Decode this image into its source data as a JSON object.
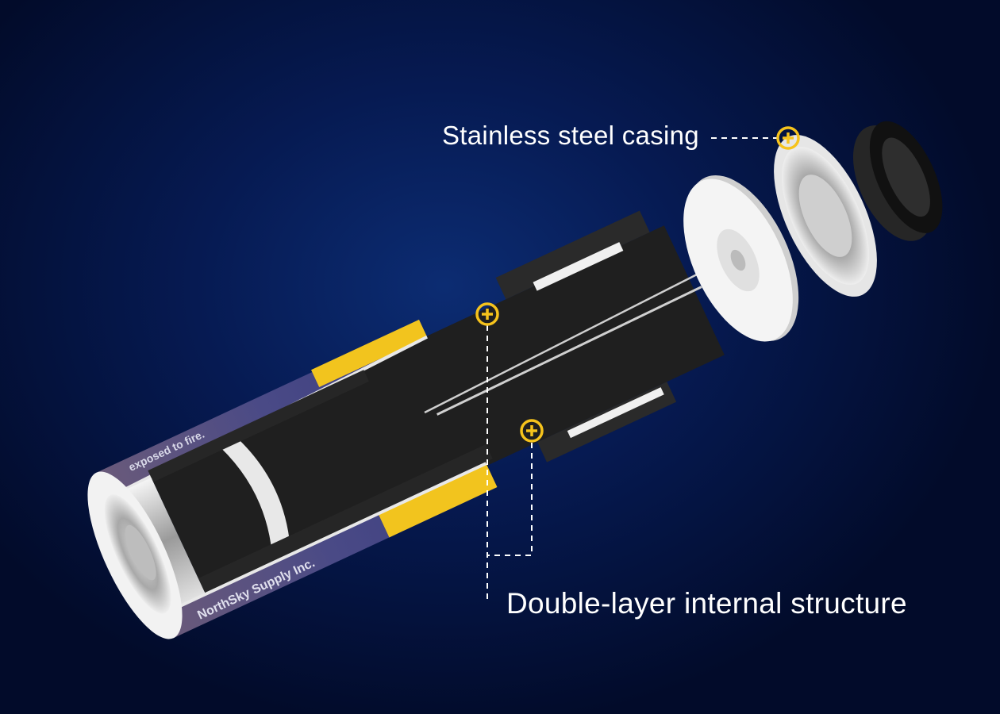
{
  "callouts": [
    {
      "label": "Stainless steel casing"
    },
    {
      "label": "Double-layer internal structure"
    }
  ],
  "battery_label": {
    "warning_text": "exposed to fire.",
    "brand_text": "NorthSky Supply Inc."
  },
  "colors": {
    "hotspot": "#f6c31c",
    "label_purple": "#4a4a86",
    "label_yellow": "#f2c41e",
    "core": "#1e1e1e"
  }
}
